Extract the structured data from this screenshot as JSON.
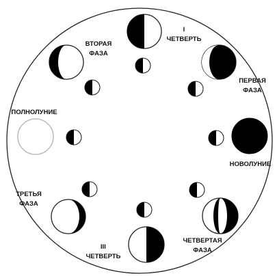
{
  "labels": {
    "full_moon": "ПОЛНОЛУНИЕ",
    "new_moon": "НОВОЛУНИЕ",
    "first_quarter": [
      "I",
      "ЧЕТВЕРТЬ"
    ],
    "first_phase": [
      "ПЕРВАЯ",
      "ФАЗА"
    ],
    "second_phase": [
      "ВТОРАЯ",
      "ФАЗА"
    ],
    "third_phase": [
      "ТРЕТЬЯ",
      "ФАЗА"
    ],
    "third_quarter": [
      "III",
      "ЧЕТВЕРТЬ"
    ],
    "fourth_phase": [
      "ЧЕТВЕРТАЯ",
      "ФАЗА"
    ]
  },
  "colors": {
    "dark": "#000000",
    "light": "#ffffff",
    "outline": "#222222",
    "full_moon_outline": "#bdbdbd"
  }
}
